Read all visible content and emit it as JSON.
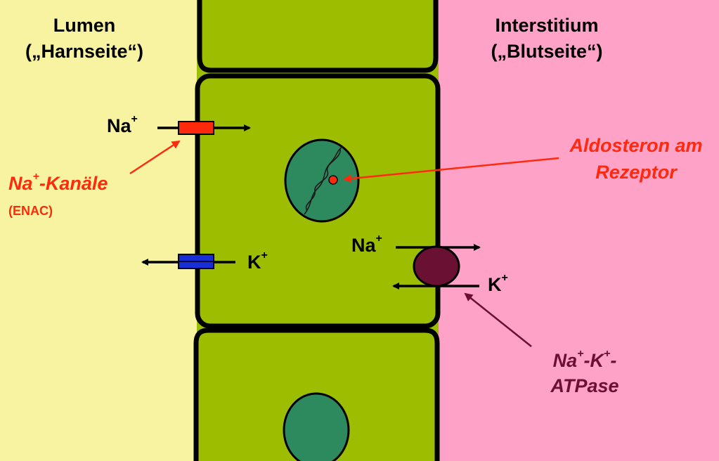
{
  "colors": {
    "lumen_bg": "#f7f3a0",
    "interstitium_bg": "#ffa2c8",
    "cell": "#9dbd00",
    "nucleus": "#2c8a5e",
    "channel_na": "#ff2a0e",
    "channel_k": "#1a2ed8",
    "atpase": "#6a1033",
    "label_red": "#ff2a0e",
    "label_maroon": "#6a1033"
  },
  "lumen": {
    "title": "Lumen",
    "subtitle": "(„Harnseite“)"
  },
  "interstitium": {
    "title": "Interstitium",
    "subtitle": "(„Blutseite“)"
  },
  "ions": {
    "na_left": {
      "symbol": "Na",
      "charge": "+"
    },
    "k_left": {
      "symbol": "K",
      "charge": "+"
    },
    "na_right": {
      "symbol": "Na",
      "charge": "+"
    },
    "k_right": {
      "symbol": "K",
      "charge": "+"
    }
  },
  "labels": {
    "enac_main": "Na",
    "enac_charge": "+",
    "enac_rest": "-Kanäle",
    "enac_sub": "(ENAC)",
    "aldosterone_line1": "Aldosteron am",
    "aldosterone_line2": "Rezeptor",
    "atpase_na": "Na",
    "atpase_plus1": "+",
    "atpase_dash": "-K",
    "atpase_plus2": "+",
    "atpase_dash2": "-",
    "atpase_line2": "ATPase"
  }
}
